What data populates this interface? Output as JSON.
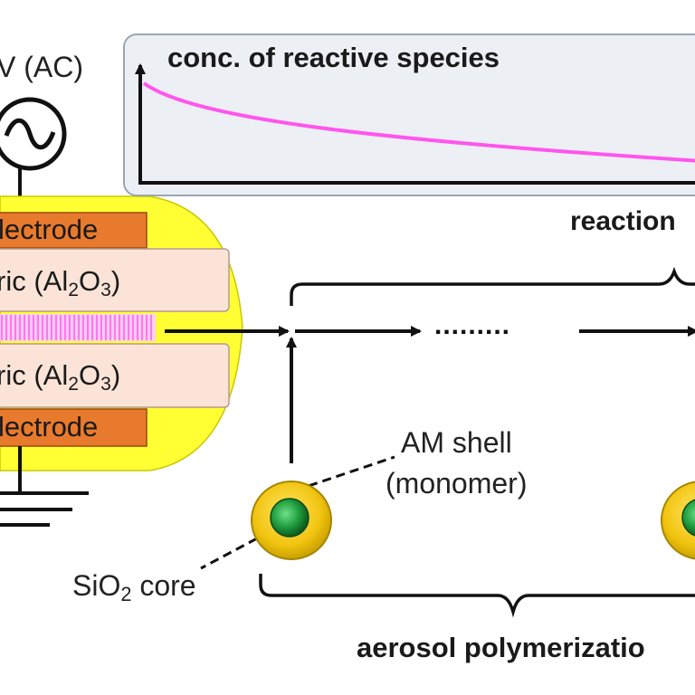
{
  "power_source": {
    "label": "V (AC)",
    "symbol": "~"
  },
  "reactor": {
    "top_electrode": "lectrode",
    "top_dielectric": {
      "prefix": "ric (Al",
      "sub1": "2",
      "mid": "O",
      "sub2": "3",
      "suffix": ")"
    },
    "bottom_dielectric": {
      "prefix": "ric (Al",
      "sub1": "2",
      "mid": "O",
      "sub2": "3",
      "suffix": ")"
    },
    "bottom_electrode": "lectrode"
  },
  "concentration_plot": {
    "label": "conc. of reactive species"
  },
  "reaction_label": "reaction",
  "shell_label": {
    "line1": "AM shell",
    "line2": "(monomer)"
  },
  "core_label": {
    "prefix": "SiO",
    "sub": "2",
    "suffix": " core"
  },
  "process_label": "aerosol polymerizatio",
  "flow_dots": ".........",
  "colors": {
    "electrode": "#e87a2e",
    "dielectric": "#fbe4d7",
    "halo": "#ffff33",
    "plasma": "#ff77ee",
    "decay_curve": "#ff55ee",
    "plot_panel": "#eceff3",
    "shell": "#f1c40f",
    "core": "#1e9b3a"
  }
}
